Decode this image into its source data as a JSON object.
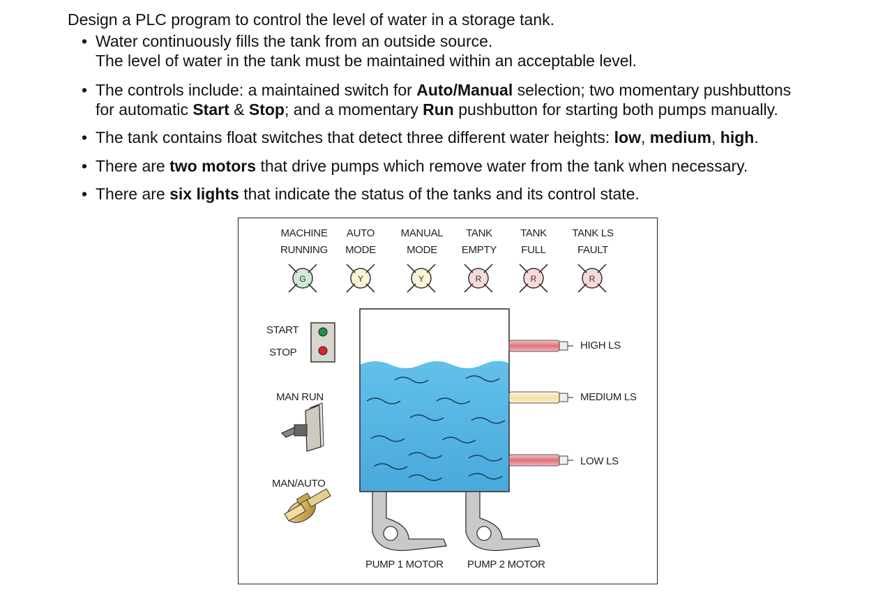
{
  "title": "Design a PLC program to control the level of water in a storage tank.",
  "bullets": [
    {
      "line1": "Water continuously fills the tank from an outside source.",
      "line2": "The level of water in the tank must be maintained within an acceptable level."
    },
    {
      "parts": [
        "The controls include: a maintained switch for ",
        "Auto/Manual",
        " selection; two momentary pushbuttons"
      ],
      "line2_parts": [
        "for automatic ",
        "Start",
        " & ",
        "Stop",
        "; and a momentary ",
        "Run",
        " pushbutton for starting both pumps manually."
      ]
    },
    {
      "parts": [
        "The tank contains float switches that detect three different water heights: ",
        "low",
        ", ",
        "medium",
        ", ",
        "high",
        "."
      ]
    },
    {
      "parts": [
        "There are ",
        "two motors",
        " that drive pumps which remove water from the tank when necessary."
      ]
    },
    {
      "parts": [
        "There are ",
        "six lights",
        " that indicate the status of the tanks and its control state."
      ]
    }
  ],
  "bullet_char": "•",
  "figure": {
    "lights": [
      {
        "line1": "MACHINE",
        "line2": "RUNNING",
        "letter": "G",
        "color": "#cfe9d6"
      },
      {
        "line1": "AUTO",
        "line2": "MODE",
        "letter": "Y",
        "color": "#fbf3d6"
      },
      {
        "line1": "MANUAL",
        "line2": "MODE",
        "letter": "Y",
        "color": "#fbf3d6"
      },
      {
        "line1": "TANK",
        "line2": "EMPTY",
        "letter": "R",
        "color": "#f8d9d9"
      },
      {
        "line1": "TANK",
        "line2": "FULL",
        "letter": "R",
        "color": "#f8d9d9"
      },
      {
        "line1": "TANK LS",
        "line2": "FAULT",
        "letter": "R",
        "color": "#f8d9d9"
      }
    ],
    "start_label": "START",
    "stop_label": "STOP",
    "man_run_label": "MAN RUN",
    "man_auto_label": "MAN/AUTO",
    "high_ls": "HIGH LS",
    "medium_ls": "MEDIUM LS",
    "low_ls": "LOW LS",
    "pump1": "PUMP 1 MOTOR",
    "pump2": "PUMP 2 MOTOR",
    "water_color": "#5ab8e6"
  }
}
